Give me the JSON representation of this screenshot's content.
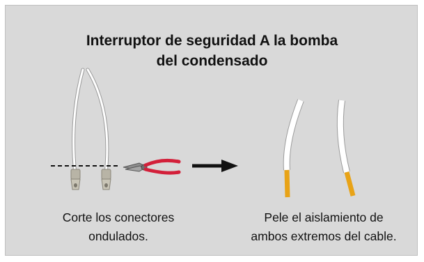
{
  "title": {
    "line1": "Interruptor de seguridad A la bomba",
    "line2": "del condensado"
  },
  "step_cut": {
    "line1": "Corte los conectores",
    "line2": "ondulados."
  },
  "step_strip": {
    "line1": "Pele el aislamiento de",
    "line2": "ambos extremos del cable."
  },
  "colors": {
    "panel_background": "#d9d9d9",
    "wire_insulation": "#ffffff",
    "stripped_wire_end": "#e8a317",
    "plier_handles": "#d3203a",
    "arrow": "#111111"
  },
  "icons": {
    "wires_with_connectors": "wire-pair-with-spade-terminals-icon",
    "cutter": "wire-cutter-pliers-icon",
    "arrow": "right-arrow-icon",
    "stripped_wires": "stripped-wire-pair-icon"
  }
}
